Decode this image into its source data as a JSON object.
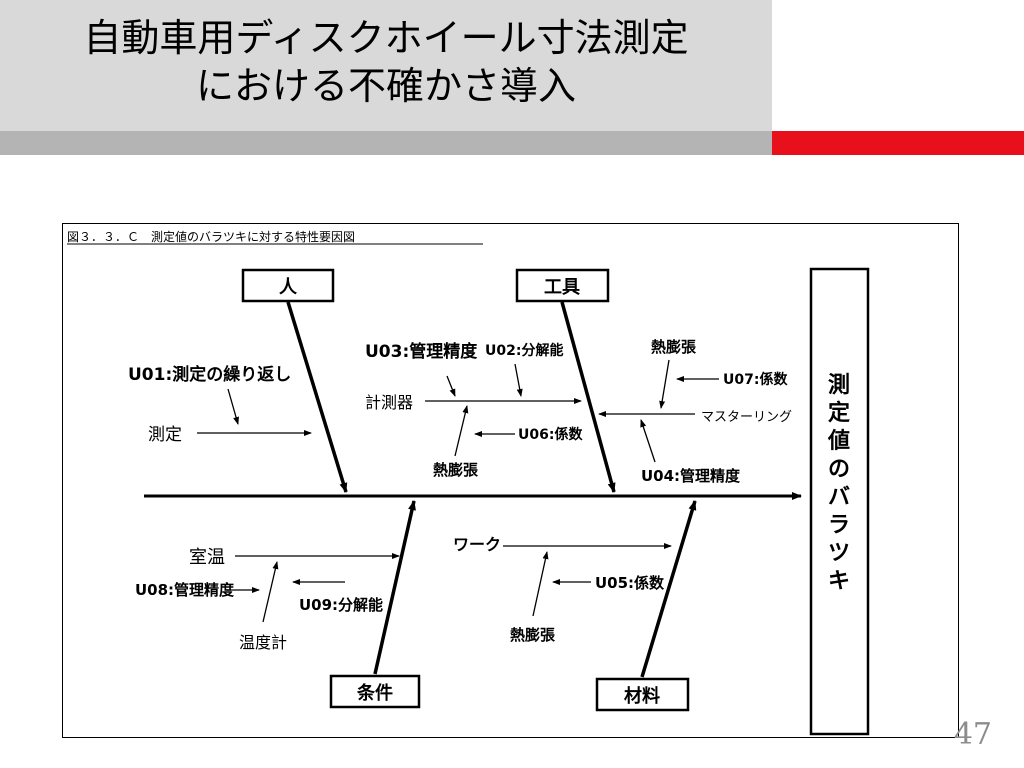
{
  "slide": {
    "title_line1": "自動車用ディスクホイール寸法測定",
    "title_line2": "における不確かさ導入",
    "page_number": "47",
    "colors": {
      "title_band": "#d9d9d9",
      "title_underbar": "#b4b4b4",
      "accent_bar": "#e8101a"
    }
  },
  "diagram": {
    "caption": "図３．３．Ｃ　測定値のバラツキに対する特性要因図",
    "effect": [
      "測",
      "定",
      "値",
      "の",
      "バ",
      "ラ",
      "ツ",
      "キ"
    ],
    "categories": {
      "person": "人",
      "tool": "工具",
      "condition": "条件",
      "material": "材料"
    },
    "factors": {
      "u01": "U01:測定の繰り返し",
      "measurement": "測定",
      "u03": "U03:管理精度",
      "u02": "U02:分解能",
      "instrument": "計測器",
      "u06": "U06:係数",
      "thermal_instrument": "熱膨張",
      "thermal_master": "熱膨張",
      "u07": "U07:係数",
      "master_ring": "マスターリング",
      "u04": "U04:管理精度",
      "room_temp": "室温",
      "u08": "U08:管理精度",
      "u09": "U09:分解能",
      "thermometer": "温度計",
      "work": "ワーク",
      "u05": "U05:係数",
      "thermal_work": "熱膨張"
    }
  }
}
